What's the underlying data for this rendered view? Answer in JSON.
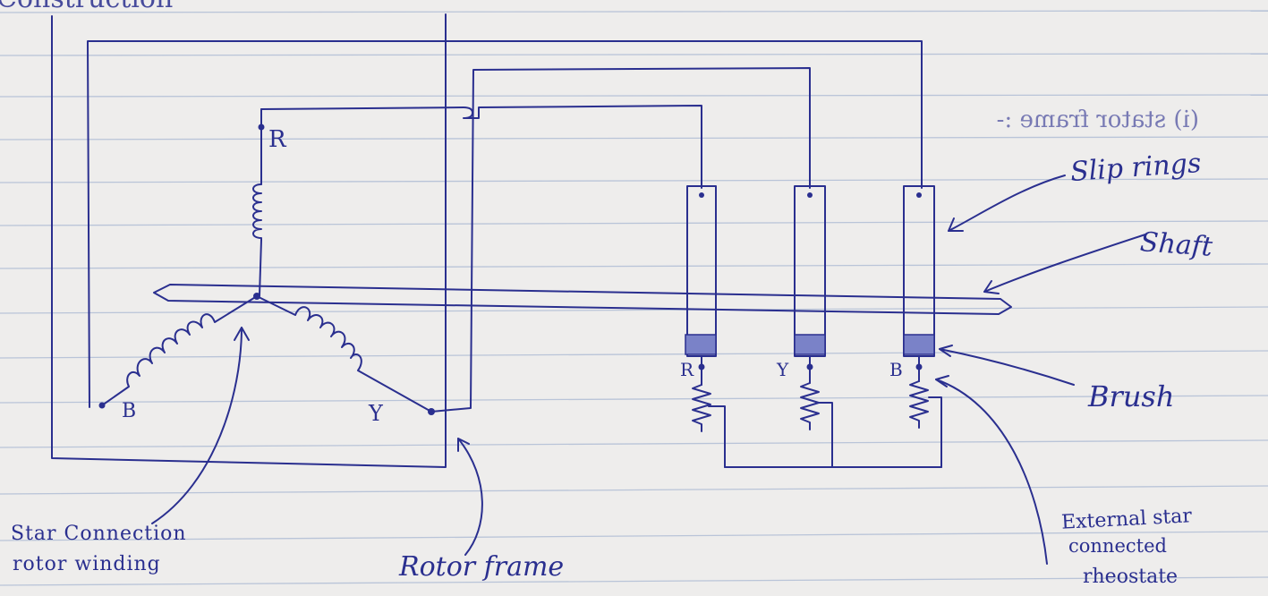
{
  "colors": {
    "paper": "#eeedec",
    "rule": "#b9c4d8",
    "ink": "#2a2f8f",
    "faint": "#9aa0c8"
  },
  "heading_fragment": "Construction",
  "winding_terminals": {
    "r": "R",
    "y": "Y",
    "b": "B"
  },
  "ring_terminals": {
    "r": "R",
    "y": "Y",
    "b": "B"
  },
  "mirrored_text": "(i) stator frame :-",
  "labels": {
    "slip_rings": "Slip rings",
    "shaft": "Shaft",
    "brush": "Brush",
    "star_winding": [
      "Star Connection",
      "rotor winding"
    ],
    "rotor_frame": "Rotor frame",
    "rheostat": [
      "External star",
      "connected",
      "rheostate"
    ]
  },
  "icons": [
    "coil-icon",
    "resistor-icon",
    "arrow-icon"
  ]
}
